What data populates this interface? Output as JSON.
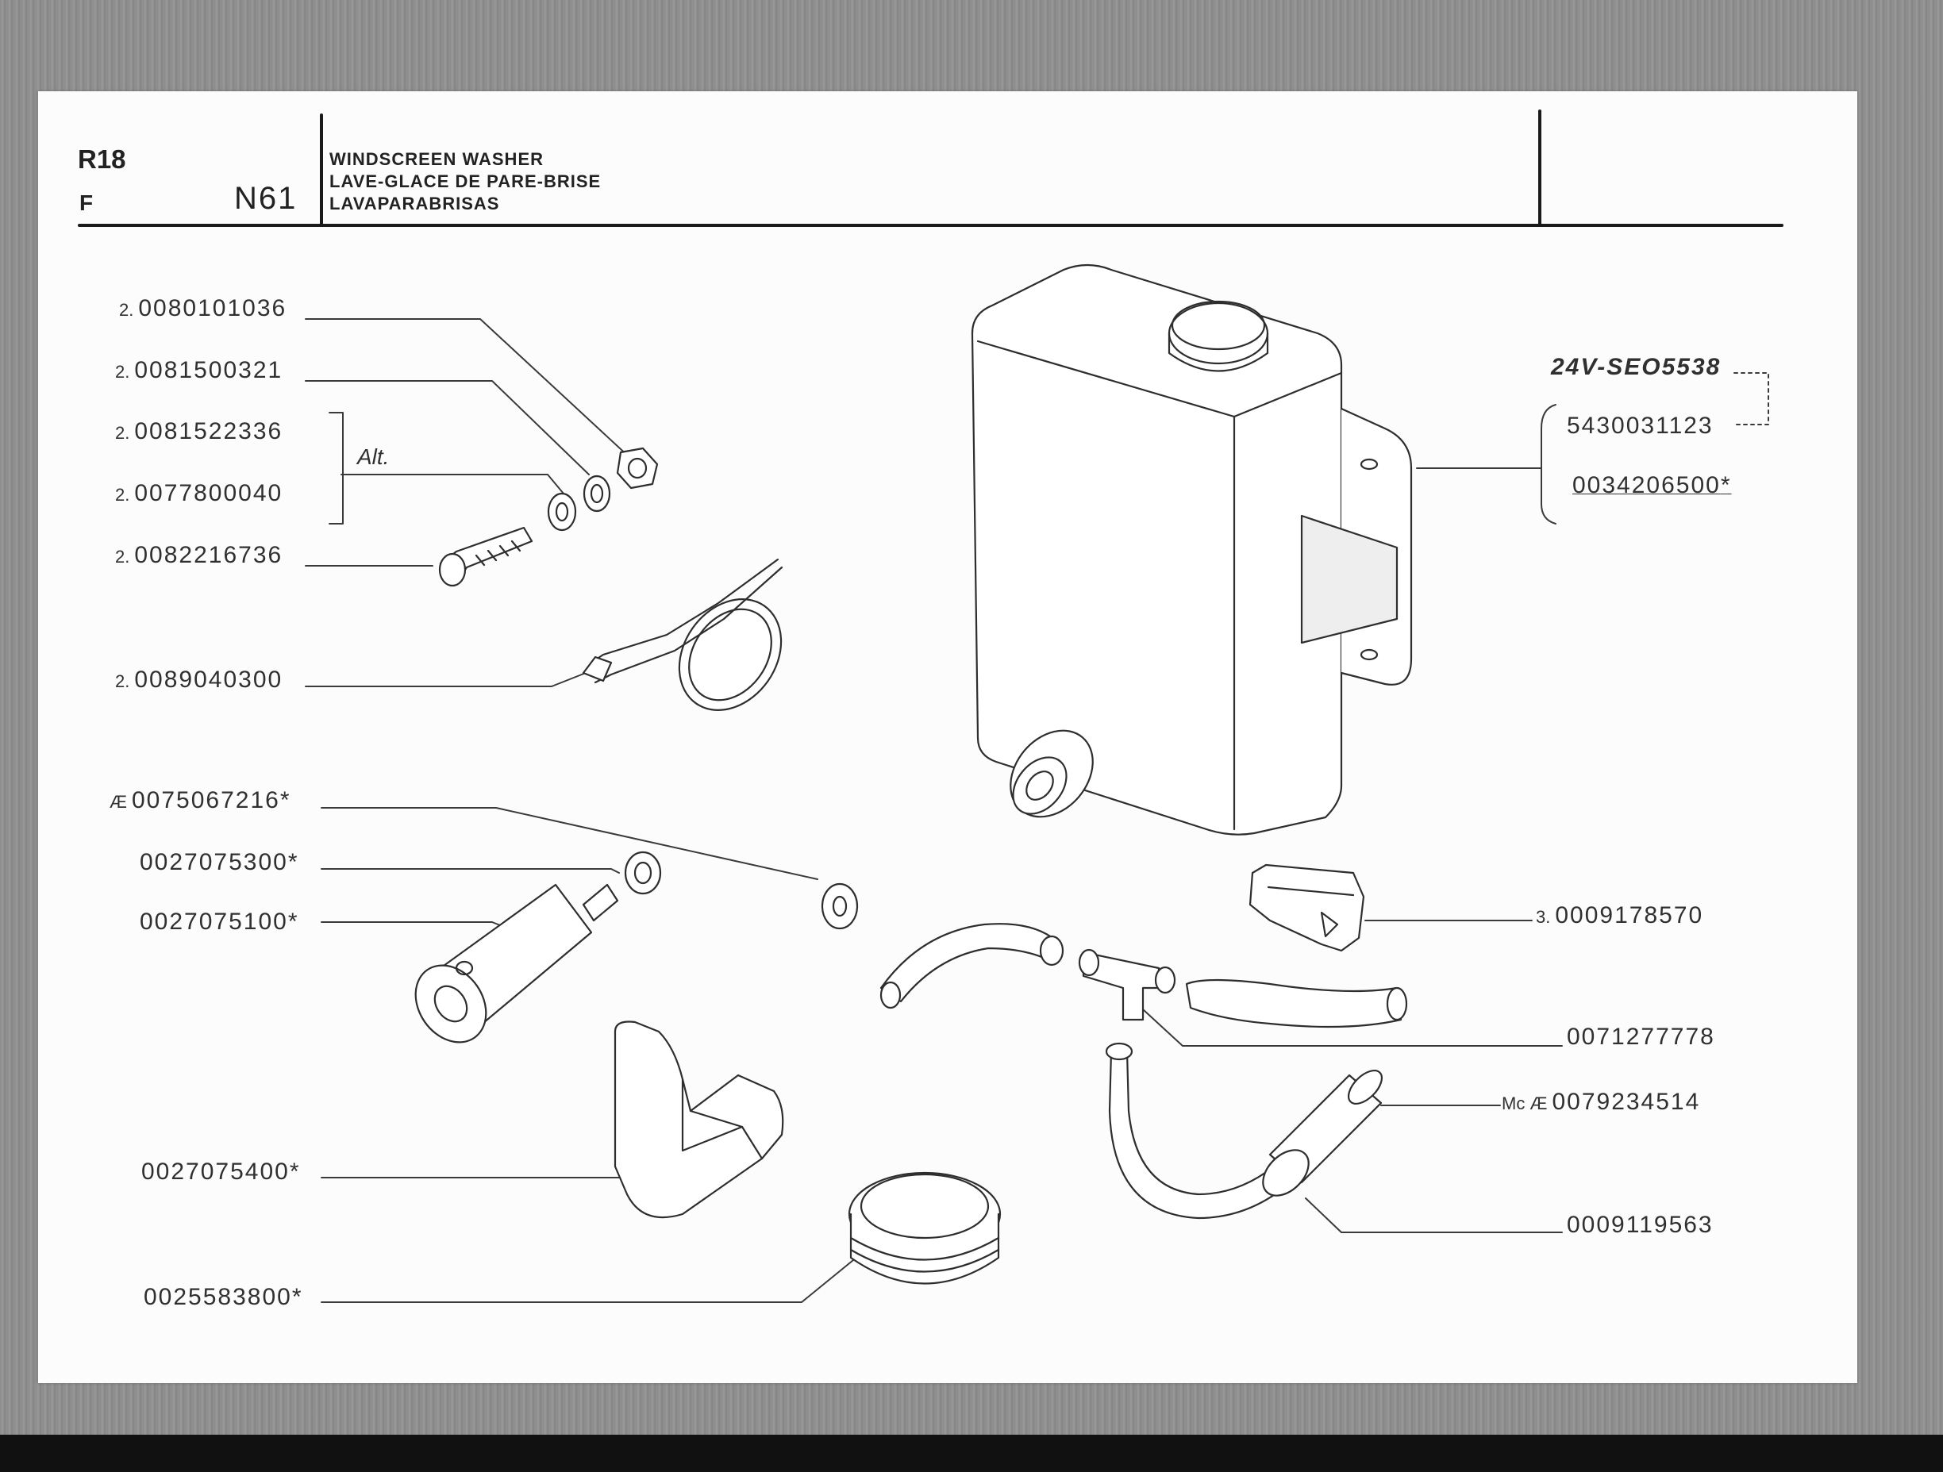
{
  "header": {
    "model": "R18",
    "region": "F",
    "group_code": "N61",
    "title_lines": [
      "WINDSCREEN WASHER",
      "LAVE-GLACE DE PARE-BRISE",
      "LAVAPARABRISAS"
    ]
  },
  "alt_label": "Alt.",
  "parts_left": [
    {
      "prefix": "2.",
      "number": "0080101036",
      "mark": ""
    },
    {
      "prefix": "2.",
      "number": "0081500321",
      "mark": ""
    },
    {
      "prefix": "2.",
      "number": "0081522336",
      "mark": ""
    },
    {
      "prefix": "2.",
      "number": "0077800040",
      "mark": ""
    },
    {
      "prefix": "2.",
      "number": "0082216736",
      "mark": ""
    },
    {
      "prefix": "2.",
      "number": "0089040300",
      "mark": ""
    },
    {
      "prefix": "Æ",
      "number": "0075067216",
      "mark": "*"
    },
    {
      "prefix": "",
      "number": "0027075300",
      "mark": "*"
    },
    {
      "prefix": "",
      "number": "0027075100",
      "mark": "*"
    },
    {
      "prefix": "",
      "number": "0027075400",
      "mark": "*"
    },
    {
      "prefix": "",
      "number": "0025583800",
      "mark": "*"
    }
  ],
  "parts_right": [
    {
      "prefix": "",
      "number": "24V-SEO5538",
      "mark": ""
    },
    {
      "prefix": "",
      "number": "5430031123",
      "mark": ""
    },
    {
      "prefix": "",
      "number": "0034206500",
      "mark": "*"
    },
    {
      "prefix": "3.",
      "number": "0009178570",
      "mark": ""
    },
    {
      "prefix": "",
      "number": "0071277778",
      "mark": ""
    },
    {
      "prefix": "Mc Æ",
      "number": "0079234514",
      "mark": ""
    },
    {
      "prefix": "",
      "number": "0009119563",
      "mark": ""
    }
  ]
}
